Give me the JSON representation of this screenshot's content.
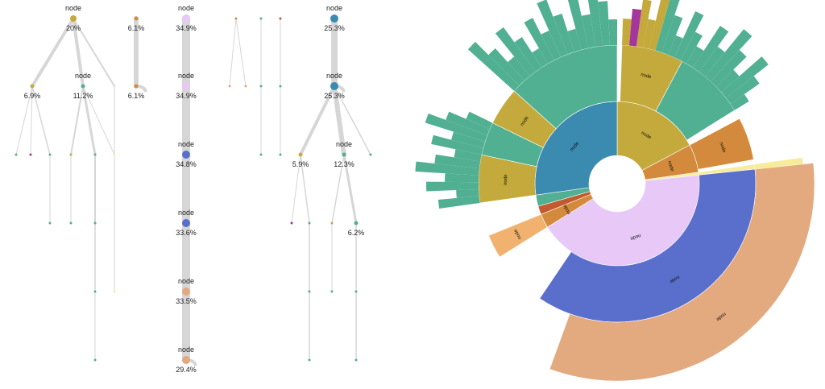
{
  "colors": {
    "gold": "#c4aa3c",
    "teal": "#52b092",
    "blue": "#3b8ab0",
    "lavender": "#e7c8f7",
    "royal": "#5a6fcb",
    "peach": "#e3a97f",
    "orange": "#d48a3c",
    "magenta": "#a5379c",
    "yellow": "#f6ec9a",
    "sand": "#f1b26f",
    "rust": "#c35a2f",
    "link": "#d6d6d6"
  },
  "tree": {
    "node_word": "node",
    "nodes": [
      {
        "id": "g1",
        "label": "node",
        "pct": "20%",
        "color": "gold",
        "r": 4
      },
      {
        "id": "g1a",
        "label": "",
        "pct": "6.9%",
        "color": "gold",
        "r": 2.5
      },
      {
        "id": "g1b",
        "label": "node",
        "pct": "11.2%",
        "color": "teal",
        "r": 2.5
      },
      {
        "id": "g2",
        "label": "",
        "pct": "6.1%",
        "color": "orange",
        "r": 2.5
      },
      {
        "id": "g2a",
        "label": "",
        "pct": "6.1%",
        "color": "orange",
        "r": 2.5
      },
      {
        "id": "c1",
        "label": "node",
        "pct": "34.9%",
        "color": "lavender",
        "r": 5
      },
      {
        "id": "c2",
        "label": "node",
        "pct": "34.9%",
        "color": "lavender",
        "r": 5
      },
      {
        "id": "c3",
        "label": "node",
        "pct": "34.8%",
        "color": "royal",
        "r": 5
      },
      {
        "id": "c4",
        "label": "node",
        "pct": "33.6%",
        "color": "royal",
        "r": 5
      },
      {
        "id": "c5",
        "label": "node",
        "pct": "33.5%",
        "color": "peach",
        "r": 5
      },
      {
        "id": "c6",
        "label": "node",
        "pct": "29.4%",
        "color": "peach",
        "r": 5
      },
      {
        "id": "b1",
        "label": "node",
        "pct": "25.3%",
        "color": "blue",
        "r": 5
      },
      {
        "id": "b2",
        "label": "node",
        "pct": "25.3%",
        "color": "blue",
        "r": 5
      },
      {
        "id": "b2a",
        "label": "",
        "pct": "5.9%",
        "color": "gold",
        "r": 2.5
      },
      {
        "id": "b2b",
        "label": "node",
        "pct": "12.3%",
        "color": "teal",
        "r": 2.5
      },
      {
        "id": "b2b2",
        "label": "",
        "pct": "6.2%",
        "color": "teal",
        "r": 2.5
      }
    ]
  },
  "sunburst": {
    "inner": [
      {
        "start": 0,
        "end": 62,
        "color": "gold",
        "label": "node"
      },
      {
        "start": 62,
        "end": 82,
        "color": "orange",
        "label": "node"
      },
      {
        "start": 82,
        "end": 84,
        "color": "yellow",
        "label": ""
      },
      {
        "start": 84,
        "end": 238,
        "color": "lavender",
        "label": "node"
      },
      {
        "start": 238,
        "end": 248,
        "color": "orange",
        "label": "node"
      },
      {
        "start": 248,
        "end": 254,
        "color": "rust",
        "label": "node"
      },
      {
        "start": 254,
        "end": 262,
        "color": "teal",
        "label": ""
      },
      {
        "start": 262,
        "end": 360,
        "color": "blue",
        "label": "node"
      }
    ],
    "middle": [
      {
        "start": 2,
        "end": 28,
        "color": "gold",
        "label": "node"
      },
      {
        "start": 28,
        "end": 58,
        "color": "teal",
        "label": ""
      },
      {
        "start": 62,
        "end": 80,
        "color": "orange",
        "label": "node"
      },
      {
        "start": 82,
        "end": 84,
        "color": "yellow",
        "label": ""
      },
      {
        "start": 84,
        "end": 214,
        "color": "royal",
        "label": "node"
      },
      {
        "start": 238,
        "end": 248,
        "color": "sand",
        "label": "node"
      },
      {
        "start": 262,
        "end": 282,
        "color": "gold",
        "label": "node"
      },
      {
        "start": 282,
        "end": 296,
        "color": "teal",
        "label": ""
      },
      {
        "start": 296,
        "end": 312,
        "color": "gold",
        "label": "node"
      },
      {
        "start": 312,
        "end": 360,
        "color": "teal",
        "label": ""
      }
    ],
    "outer": [
      {
        "start": 84,
        "end": 200,
        "color": "peach",
        "label": "node"
      },
      {
        "start": 2,
        "end": 5,
        "color": "gold",
        "label": ""
      },
      {
        "start": 5,
        "end": 8,
        "color": "magenta",
        "label": ""
      },
      {
        "start": 8,
        "end": 16,
        "color": "gold",
        "label": "node"
      },
      {
        "start": 16,
        "end": 30,
        "color": "teal",
        "label": ""
      },
      {
        "start": 30,
        "end": 58,
        "color": "teal",
        "label": ""
      },
      {
        "start": 82,
        "end": 84,
        "color": "yellow",
        "label": ""
      },
      {
        "start": 262,
        "end": 282,
        "color": "teal",
        "label": ""
      },
      {
        "start": 282,
        "end": 296,
        "color": "teal",
        "label": ""
      },
      {
        "start": 312,
        "end": 360,
        "color": "teal",
        "label": ""
      }
    ]
  }
}
